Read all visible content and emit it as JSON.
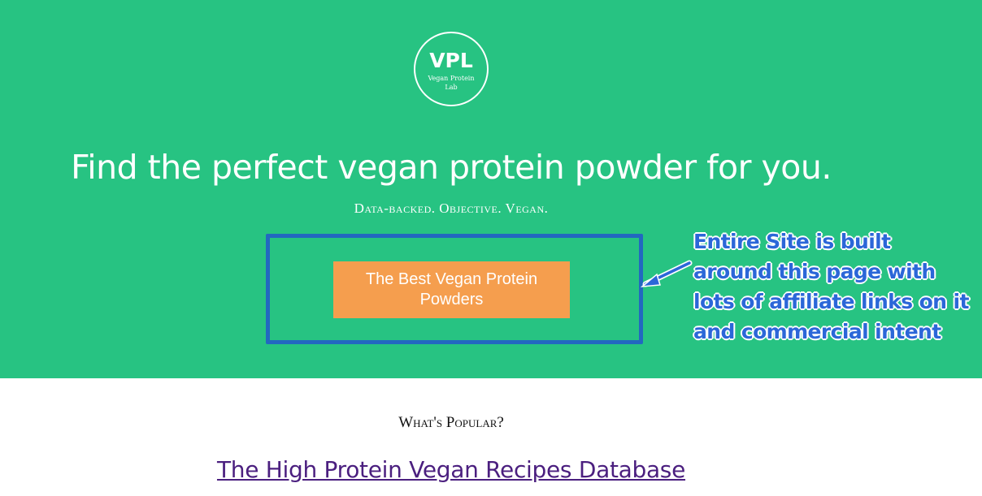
{
  "logo": {
    "abbr": "VPL",
    "name": "Vegan Protein Lab"
  },
  "hero": {
    "headline": "Find the perfect vegan protein powder for you.",
    "tagline": "Data-backed. Objective. Vegan.",
    "cta_label": "The Best Vegan Protein Powders"
  },
  "annotation": {
    "lines": [
      "Entire Site is built",
      "around this page with",
      "lots of affiliate links on it",
      "and commercial intent"
    ],
    "color": "#2b67d8"
  },
  "popular": {
    "heading": "What's Popular?",
    "link_label": "The High Protein Vegan Recipes Database"
  },
  "colors": {
    "hero_bg": "#27c382",
    "cta_bg": "#f59e4e",
    "highlight_border": "#2268c0",
    "link": "#4b1f7f"
  },
  "icons": {
    "annotation_arrow": "arrow-pointer-icon"
  }
}
